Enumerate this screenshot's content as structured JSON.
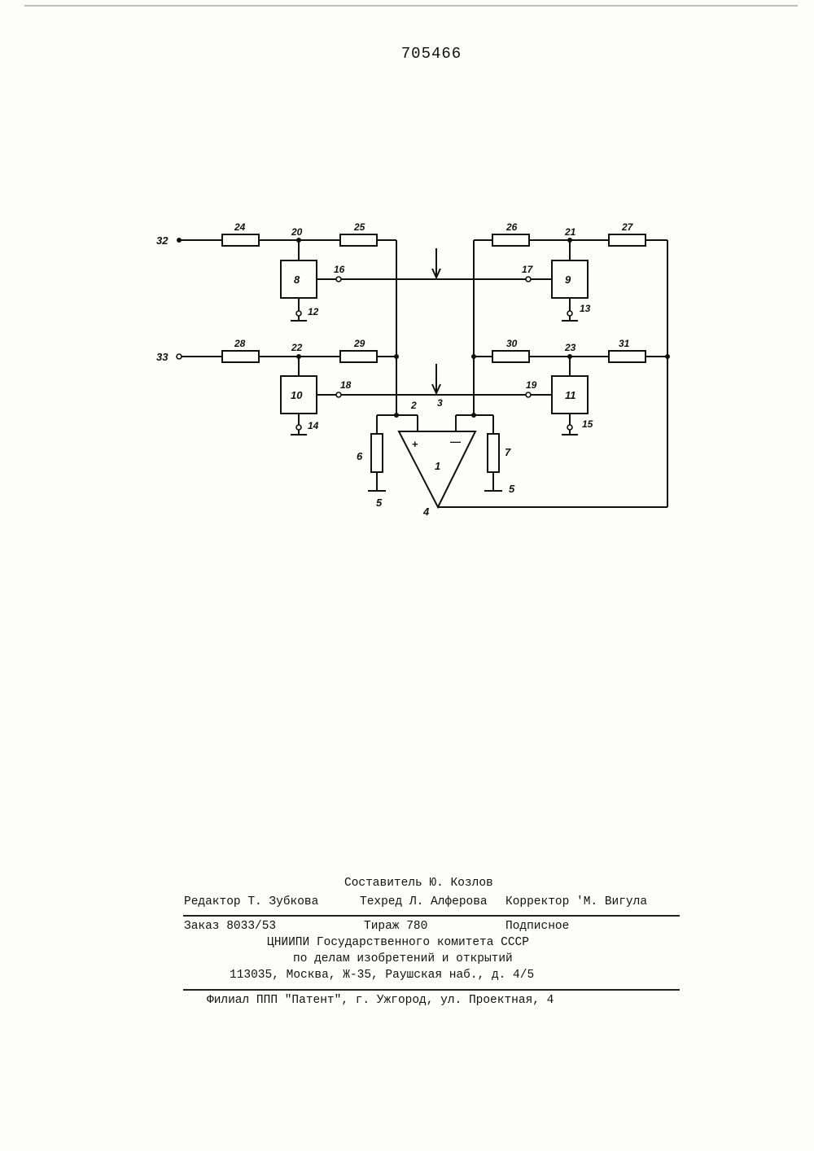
{
  "document": {
    "patent_number": "705466"
  },
  "schematic": {
    "inputs": {
      "in_32": "32",
      "in_33": "33"
    },
    "resistors": {
      "r24": "24",
      "r25": "25",
      "r26": "26",
      "r27": "27",
      "r28": "28",
      "r29": "29",
      "r30": "30",
      "r31": "31",
      "r6": "6",
      "r7": "7"
    },
    "nodes": {
      "n20": "20",
      "n21": "21",
      "n22": "22",
      "n23": "23",
      "n2": "2",
      "n3": "3",
      "n4": "4"
    },
    "blocks": {
      "b8": "8",
      "b9": "9",
      "b10": "10",
      "b11": "11"
    },
    "switch_terminals": {
      "t16": "16",
      "t17": "17",
      "t18": "18",
      "t19": "19"
    },
    "grounds": {
      "g12": "12",
      "g13": "13",
      "g14": "14",
      "g15": "15",
      "g5a": "5",
      "g5b": "5"
    },
    "amplifier": {
      "label": "1",
      "plus": "+",
      "minus": "—"
    }
  },
  "imprint": {
    "composer": "Составитель Ю. Козлов",
    "editor": "Редактор Т. Зубкова",
    "techred": "Техред Л. Алферова",
    "corrector": "Корректор 'М. Вигула",
    "order": "Заказ 8033/53",
    "circulation": "Тираж 780",
    "subscription": "Подписное",
    "org_line1": "ЦНИИПИ Государственного комитета СССР",
    "org_line2": "по делам изобретений и открытий",
    "address": "113035, Москва, Ж-35, Раушская наб., д. 4/5",
    "branch": "Филиал ППП \"Патент\", г. Ужгород, ул. Проектная, 4"
  }
}
